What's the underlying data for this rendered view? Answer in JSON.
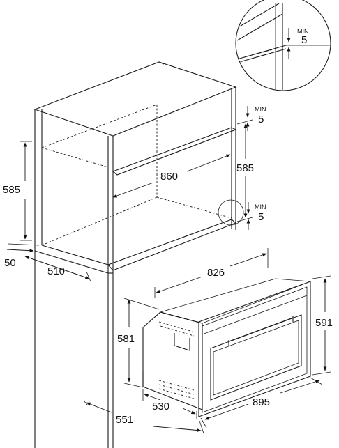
{
  "dimensions": {
    "height_upper_left": "585",
    "height_upper_right": "585",
    "width_niche": "860",
    "depth_left": "50",
    "depth_niche": "510",
    "appliance_width": "826",
    "appliance_height_body": "581",
    "appliance_height_front": "591",
    "appliance_depth_body": "530",
    "appliance_depth_total": "551",
    "appliance_front_width": "895"
  },
  "clearances": [
    {
      "min_label": "MIN",
      "value": "5"
    },
    {
      "min_label": "MIN",
      "value": "5"
    },
    {
      "min_label": "MIN",
      "value": "5"
    }
  ]
}
